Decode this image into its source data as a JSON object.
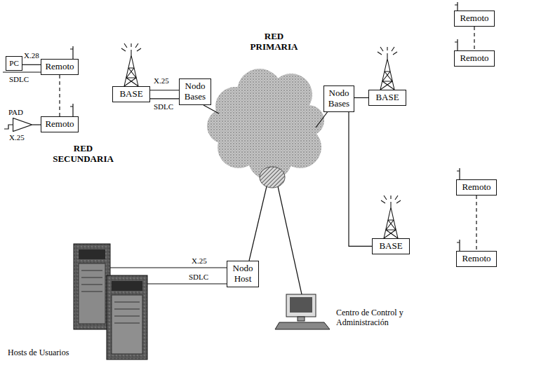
{
  "diagram": {
    "nodes": [
      {
        "text": [
          "PC"
        ]
      },
      {
        "text": [
          "Remoto"
        ]
      },
      {
        "text": [
          "PAD"
        ]
      },
      {
        "text": [
          "Remoto"
        ]
      },
      {
        "text": [
          "BASE"
        ]
      },
      {
        "text": [
          "Nodo Bases"
        ]
      },
      {
        "text": [
          "Nodo Bases"
        ]
      },
      {
        "text": [
          "BASE"
        ]
      },
      {
        "text": [
          "BASE"
        ]
      },
      {
        "text": [
          "Remoto"
        ]
      },
      {
        "text": [
          "Remoto"
        ]
      },
      {
        "text": [
          "Remoto"
        ]
      },
      {
        "text": [
          "Remoto"
        ]
      },
      {
        "text": [
          "Nodo Host"
        ]
      }
    ],
    "edges": [
      {
        "from": 0,
        "to": 1,
        "arrow": "none",
        "label": "X.28"
      },
      {
        "from": 1,
        "to": 3,
        "arrow": "none"
      },
      {
        "from": 2,
        "to": 3,
        "arrow": "none",
        "label": "X.25"
      },
      {
        "from": 4,
        "to": 5,
        "arrow": "none",
        "label": "X.25"
      },
      {
        "from": 4,
        "to": 5,
        "arrow": "none",
        "label": "SDLC"
      },
      {
        "from": 6,
        "to": 7,
        "arrow": "none"
      },
      {
        "from": 6,
        "to": 8,
        "arrow": "none"
      },
      {
        "from": 9,
        "to": 10,
        "arrow": "none"
      },
      {
        "from": 11,
        "to": 12,
        "arrow": "none"
      }
    ],
    "labels": [
      "RED PRIMARIA",
      "RED SECUNDARIA",
      "SDLC",
      "X.25",
      "SDLC",
      "Hosts de Usuarios",
      "Centro de Control y Administración"
    ]
  }
}
